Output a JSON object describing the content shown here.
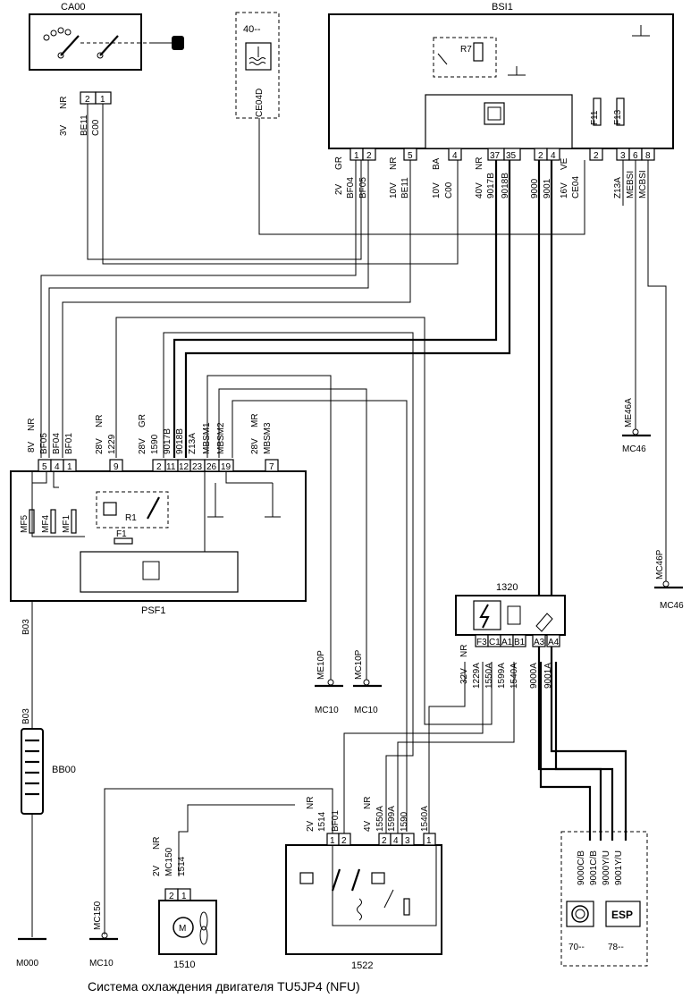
{
  "components": {
    "ca00": {
      "name": "CA00",
      "pins": [
        "2",
        "1"
      ],
      "wire_left": [
        "3V",
        "NR"
      ],
      "wires": [
        "BE11",
        "C00"
      ]
    },
    "block40": {
      "name": "40--",
      "connector": "CE04D"
    },
    "bsi1": {
      "name": "BSI1",
      "relay": "R7",
      "fuses": [
        "F11",
        "F13"
      ],
      "pins": [
        "1",
        "2",
        "5",
        "4",
        "37",
        "35",
        "2",
        "4",
        "2",
        "3",
        "6",
        "8"
      ],
      "conn_labels": [
        [
          "2V",
          "GR"
        ],
        [
          "10V",
          "NR"
        ],
        [
          "10V",
          "BA"
        ],
        [
          "40V",
          "NR"
        ],
        [
          "16V",
          "VE"
        ]
      ],
      "wires": [
        "BF04",
        "BF05",
        "BE11",
        "C00",
        "9017B",
        "9018B",
        "9000",
        "9001",
        "CE04",
        "Z13A",
        "MEBSI",
        "MCBSI"
      ]
    },
    "psf1": {
      "name": "PSF1",
      "relay": "R1",
      "fuse": "F1",
      "fuses": [
        "MF5",
        "MF4",
        "MF1"
      ],
      "pins": [
        "5",
        "4",
        "1",
        "9",
        "2",
        "11",
        "12",
        "23",
        "26",
        "19",
        "7"
      ],
      "conn_labels": [
        [
          "8V",
          "NR"
        ],
        [
          "28V",
          "NR"
        ],
        [
          "28V",
          "GR"
        ],
        [
          "28V",
          "MR"
        ]
      ],
      "wires": [
        "BF05",
        "BF04",
        "BF01",
        "1229",
        "1590",
        "9017B",
        "9018B",
        "Z13A",
        "MBSM1",
        "MBSM2",
        "MBSM3"
      ]
    },
    "c1320": {
      "name": "1320",
      "pins": [
        "F3",
        "C1",
        "A1",
        "B1",
        "A3",
        "A4"
      ],
      "conn_label": [
        "32V",
        "NR"
      ],
      "wires": [
        "1229A",
        "1550A",
        "1599A",
        "1540A",
        "9000A",
        "9001A"
      ]
    },
    "c1522": {
      "name": "1522",
      "pins": [
        "1",
        "2",
        "2",
        "4",
        "3",
        "1"
      ],
      "conn_labels": [
        [
          "2V",
          "NR"
        ],
        [
          "4V",
          "NR"
        ]
      ],
      "wires": [
        "1514",
        "BF01",
        "1550A",
        "1599A",
        "1590",
        "1540A"
      ]
    },
    "c1510": {
      "name": "1510",
      "pins": [
        "2",
        "1"
      ],
      "conn_label": [
        "2V",
        "NR"
      ],
      "wires": [
        "MC150",
        "1514"
      ]
    },
    "bb00": {
      "name": "BB00",
      "wire": "B03"
    },
    "abs_esp": {
      "wires": [
        "9000C/B",
        "9001C/B",
        "9000Y/U",
        "9001Y/U"
      ],
      "labels": [
        "70--",
        "78--"
      ],
      "esp_text": "ESP"
    },
    "grounds": {
      "m000": "M000",
      "mc10a": "MC10",
      "mc10b": "MC10",
      "mc10c": "MC10",
      "mc46a": "MC46",
      "mc46b": "MC46",
      "me10p": "ME10P",
      "mc10p": "MC10P",
      "mc150": "MC150",
      "me46a": "ME46A",
      "mc46p": "MC46P"
    }
  },
  "caption": "Система охлаждения двигателя TU5JP4 (NFU)"
}
